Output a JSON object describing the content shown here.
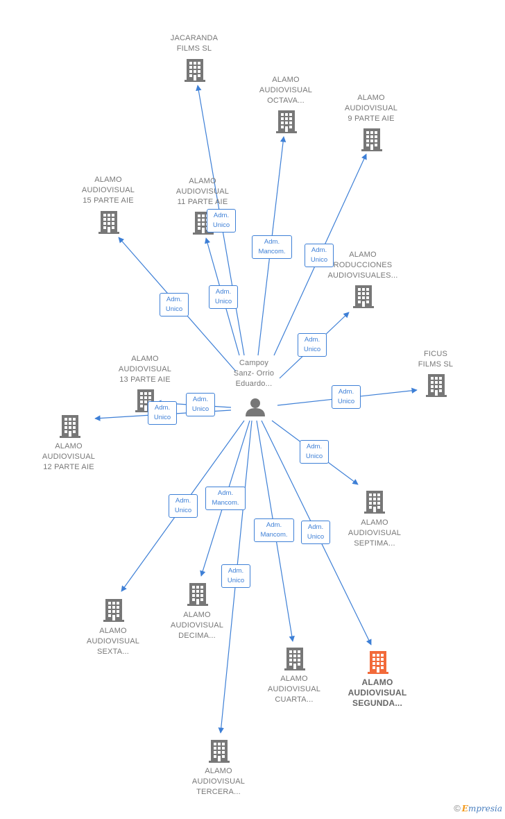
{
  "center": {
    "label": "Campoy\nSanz- Orrio\nEduardo..."
  },
  "nodes": [
    {
      "label": "JACARANDA\nFILMS  SL"
    },
    {
      "label": "ALAMO\nAUDIOVISUAL\nOCTAVA..."
    },
    {
      "label": "ALAMO\nAUDIOVISUAL\n9 PARTE AIE"
    },
    {
      "label": "ALAMO\nAUDIOVISUAL\n15 PARTE AIE"
    },
    {
      "label": "ALAMO\nAUDIOVISUAL\n11 PARTE AIE"
    },
    {
      "label": "ALAMO\nRODUCCIONES\nAUDIOVISUALES..."
    },
    {
      "label": "ALAMO\nAUDIOVISUAL\n13 PARTE AIE"
    },
    {
      "label": "FICUS\nFILMS  SL"
    },
    {
      "label": "ALAMO\nAUDIOVISUAL\n12 PARTE AIE"
    },
    {
      "label": "ALAMO\nAUDIOVISUAL\nSEPTIMA..."
    },
    {
      "label": "ALAMO\nAUDIOVISUAL\nSEXTA..."
    },
    {
      "label": "ALAMO\nAUDIOVISUAL\nDECIMA..."
    },
    {
      "label": "ALAMO\nAUDIOVISUAL\nCUARTA..."
    },
    {
      "label": "ALAMO\nAUDIOVISUAL\nSEGUNDA..."
    },
    {
      "label": "ALAMO\nAUDIOVISUAL\nTERCERA..."
    }
  ],
  "badges": [
    {
      "l1": "Adm.",
      "l2": "Unico"
    },
    {
      "l1": "Adm.",
      "l2": "Mancom."
    },
    {
      "l1": "Adm.",
      "l2": "Unico"
    },
    {
      "l1": "Adm.",
      "l2": "Unico"
    },
    {
      "l1": "Adm.",
      "l2": "Unico"
    },
    {
      "l1": "Adm.",
      "l2": "Unico"
    },
    {
      "l1": "Adm.",
      "l2": "Unico"
    },
    {
      "l1": "Adm.",
      "l2": "Unico"
    },
    {
      "l1": "Adm.",
      "l2": "Unico"
    },
    {
      "l1": "Adm.",
      "l2": "Unico"
    },
    {
      "l1": "Adm.",
      "l2": "Unico"
    },
    {
      "l1": "Adm.",
      "l2": "Mancom."
    },
    {
      "l1": "Adm.",
      "l2": "Mancom."
    },
    {
      "l1": "Adm.",
      "l2": "Unico"
    },
    {
      "l1": "Adm.",
      "l2": "Unico"
    }
  ],
  "colors": {
    "edge": "#3d7fd6",
    "building": "#777777",
    "highlight": "#f26a3a",
    "person": "#777777"
  },
  "footer": {
    "copyright": "©",
    "brand_initial": "E",
    "brand_rest": "mpresia"
  }
}
